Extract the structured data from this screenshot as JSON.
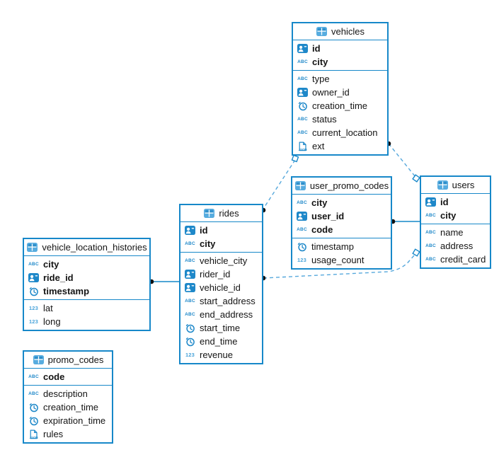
{
  "colors": {
    "box_border": "#1788C9",
    "solid_link": "#1788C9",
    "dashed_link": "#56A8DC",
    "icon_blue": "#1E88C9",
    "icon_light_blue": "#57ACDF",
    "number_icon_blue": "#4AA4DA",
    "marker_dot": "#111111",
    "text": "#141414",
    "background": "#FFFFFF"
  },
  "tables": [
    {
      "id": "vehicles",
      "name": "vehicles",
      "header_icon": "table-icon",
      "primary_key_fields": [
        {
          "name": "id",
          "icon": "user"
        },
        {
          "name": "city",
          "icon": "abc"
        }
      ],
      "fields": [
        {
          "name": "type",
          "icon": "abc"
        },
        {
          "name": "owner_id",
          "icon": "user"
        },
        {
          "name": "creation_time",
          "icon": "clock"
        },
        {
          "name": "status",
          "icon": "abc"
        },
        {
          "name": "current_location",
          "icon": "abc"
        },
        {
          "name": "ext",
          "icon": "json"
        }
      ]
    },
    {
      "id": "user_promo_codes",
      "name": "user_promo_codes",
      "header_icon": "table-icon",
      "primary_key_fields": [
        {
          "name": "city",
          "icon": "abc"
        },
        {
          "name": "user_id",
          "icon": "user"
        },
        {
          "name": "code",
          "icon": "abc"
        }
      ],
      "fields": [
        {
          "name": "timestamp",
          "icon": "clock"
        },
        {
          "name": "usage_count",
          "icon": "num"
        }
      ]
    },
    {
      "id": "users",
      "name": "users",
      "header_icon": "table-icon",
      "primary_key_fields": [
        {
          "name": "id",
          "icon": "user"
        },
        {
          "name": "city",
          "icon": "abc"
        }
      ],
      "fields": [
        {
          "name": "name",
          "icon": "abc"
        },
        {
          "name": "address",
          "icon": "abc"
        },
        {
          "name": "credit_card",
          "icon": "abc"
        }
      ]
    },
    {
      "id": "rides",
      "name": "rides",
      "header_icon": "table-icon",
      "primary_key_fields": [
        {
          "name": "id",
          "icon": "user"
        },
        {
          "name": "city",
          "icon": "abc"
        }
      ],
      "fields": [
        {
          "name": "vehicle_city",
          "icon": "abc"
        },
        {
          "name": "rider_id",
          "icon": "user"
        },
        {
          "name": "vehicle_id",
          "icon": "user"
        },
        {
          "name": "start_address",
          "icon": "abc"
        },
        {
          "name": "end_address",
          "icon": "abc"
        },
        {
          "name": "start_time",
          "icon": "clock"
        },
        {
          "name": "end_time",
          "icon": "clock"
        },
        {
          "name": "revenue",
          "icon": "num"
        }
      ]
    },
    {
      "id": "vehicle_location_histories",
      "name": "vehicle_location_histories",
      "header_icon": "table-icon",
      "primary_key_fields": [
        {
          "name": "city",
          "icon": "abc"
        },
        {
          "name": "ride_id",
          "icon": "user"
        },
        {
          "name": "timestamp",
          "icon": "clock"
        }
      ],
      "fields": [
        {
          "name": "lat",
          "icon": "num"
        },
        {
          "name": "long",
          "icon": "num"
        }
      ]
    },
    {
      "id": "promo_codes",
      "name": "promo_codes",
      "header_icon": "table-icon",
      "primary_key_fields": [
        {
          "name": "code",
          "icon": "abc"
        }
      ],
      "fields": [
        {
          "name": "description",
          "icon": "abc"
        },
        {
          "name": "creation_time",
          "icon": "clock"
        },
        {
          "name": "expiration_time",
          "icon": "clock"
        },
        {
          "name": "rules",
          "icon": "json"
        }
      ]
    }
  ],
  "connections": [
    {
      "from": "vehicles",
      "to": "rides",
      "style": "dashed",
      "from_marker": "diamond",
      "to_marker": "dot"
    },
    {
      "from": "vehicles",
      "to": "users",
      "style": "dashed",
      "from_marker": "dot",
      "to_marker": "diamond"
    },
    {
      "from": "user_promo_codes",
      "to": "users",
      "style": "solid",
      "from_marker": "dot",
      "to_marker": "none"
    },
    {
      "from": "rides",
      "to": "users",
      "style": "dashed",
      "from_marker": "dot",
      "to_marker": "diamond"
    },
    {
      "from": "vehicle_location_histories",
      "to": "rides",
      "style": "solid",
      "from_marker": "dot",
      "to_marker": "none"
    }
  ]
}
